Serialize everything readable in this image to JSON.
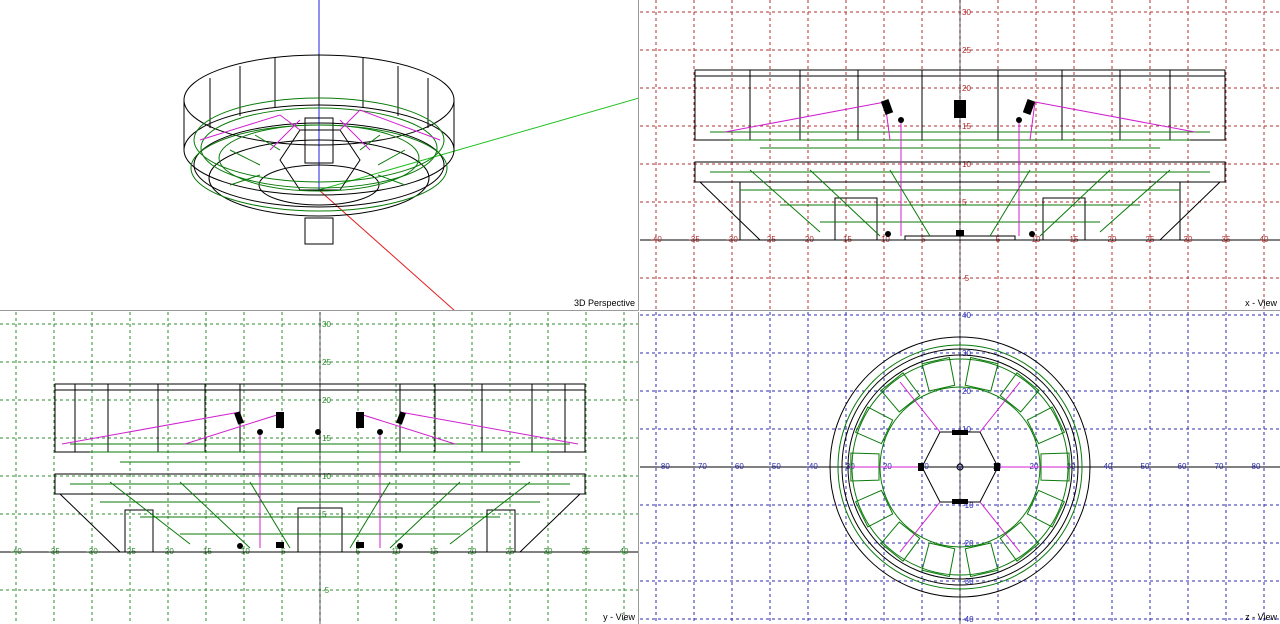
{
  "viewports": {
    "perspective": {
      "label": "3D Perspective"
    },
    "x_view": {
      "label": "x - View",
      "h_ticks": [
        "-40",
        "-35",
        "-30",
        "-25",
        "-20",
        "-15",
        "-10",
        "-5",
        "",
        "5",
        "10",
        "15",
        "20",
        "25",
        "30",
        "35",
        "40"
      ],
      "v_ticks": [
        "30",
        "25",
        "20",
        "15",
        "10",
        "5",
        "-5"
      ]
    },
    "y_view": {
      "label": "y - View",
      "h_ticks": [
        "-40",
        "-35",
        "-30",
        "-25",
        "-20",
        "-15",
        "-10",
        "-5",
        "",
        "5",
        "10",
        "15",
        "20",
        "25",
        "30",
        "35",
        "40"
      ],
      "v_ticks": [
        "30",
        "25",
        "20",
        "15",
        "10",
        "5",
        "-5"
      ]
    },
    "z_view": {
      "label": "z - View",
      "h_ticks": [
        "-80",
        "-70",
        "-60",
        "-50",
        "-40",
        "-30",
        "-20",
        "-10",
        "0",
        "10",
        "20",
        "30",
        "40",
        "50",
        "60",
        "70",
        "80"
      ],
      "v_ticks": [
        "40",
        "30",
        "20",
        "10",
        "-10",
        "-20",
        "-30",
        "-40"
      ]
    }
  },
  "colors": {
    "grid_x": "#b03030",
    "grid_y": "#2e8b2e",
    "grid_z": "#2b2bb0",
    "model_edges": "#000000",
    "model_green": "#0a7a0a",
    "model_magenta": "#d020d0",
    "axis_x": "#e02020",
    "axis_y": "#20c020",
    "axis_z": "#2020e0"
  }
}
